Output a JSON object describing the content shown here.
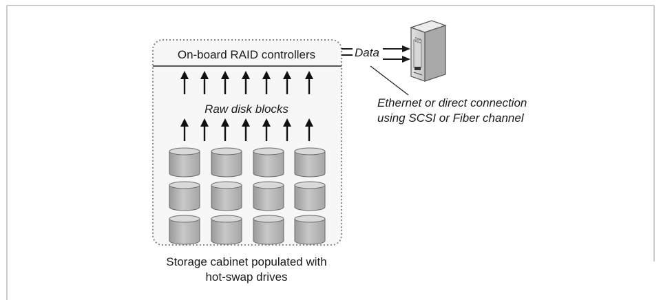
{
  "controllers_label": "On-board RAID controllers",
  "raw_blocks_label": "Raw disk blocks",
  "data_label": "Data",
  "connection_label": {
    "line1": "Ethernet or direct connection",
    "line2": "using SCSI or Fiber channel"
  },
  "cabinet_label": {
    "line1": "Storage cabinet populated with",
    "line2": "hot-swap drives"
  },
  "icons": {
    "server": "server-tower-icon",
    "drive": "disk-drive-icon"
  },
  "colors": {
    "drive_gray": "#b8b8b8",
    "server_gray": "#cfcfcf",
    "border": "#333333",
    "cabinet_border": "#888888"
  }
}
